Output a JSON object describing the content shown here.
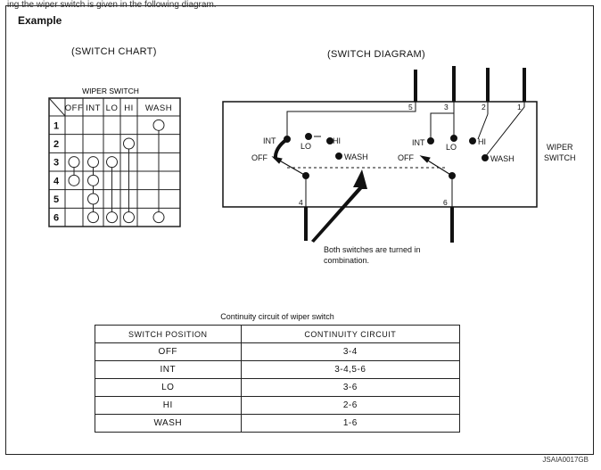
{
  "page": {
    "top_caption": "ing the wiper switch is given in the following diagram.",
    "title": "Example",
    "footer_code": "JSAIA0017GB"
  },
  "switch_chart": {
    "label": "(SWITCH CHART)",
    "header": "WIPER SWITCH",
    "columns": [
      "OFF",
      "INT",
      "LO",
      "HI",
      "WASH"
    ],
    "rows": [
      "1",
      "2",
      "3",
      "4",
      "5",
      "6"
    ],
    "connections": [
      {
        "column": "OFF",
        "rows": [
          "3",
          "4"
        ]
      },
      {
        "column": "INT",
        "rows": [
          "3",
          "4",
          "5",
          "6"
        ]
      },
      {
        "column": "LO",
        "rows": [
          "3",
          "6"
        ]
      },
      {
        "column": "HI",
        "rows": [
          "2",
          "6"
        ]
      },
      {
        "column": "WASH",
        "rows": [
          "1",
          "6"
        ]
      }
    ]
  },
  "switch_diagram": {
    "label": "(SWITCH DIAGRAM)",
    "terminals": [
      "5",
      "3",
      "2",
      "1",
      "4",
      "6"
    ],
    "left_positions": [
      "INT",
      "LO",
      "HI",
      "OFF",
      "WASH"
    ],
    "right_positions": [
      "INT",
      "LO",
      "HI",
      "OFF",
      "WASH"
    ],
    "side_label_line1": "WIPER",
    "side_label_line2": "SWITCH",
    "note_line1": "Both switches are turned in",
    "note_line2": "combination."
  },
  "continuity_table": {
    "caption": "Continuity circuit of wiper switch",
    "headers": [
      "SWITCH POSITION",
      "CONTINUITY CIRCUIT"
    ],
    "rows": [
      [
        "OFF",
        "3-4"
      ],
      [
        "INT",
        "3-4,5-6"
      ],
      [
        "LO",
        "3-6"
      ],
      [
        "HI",
        "2-6"
      ],
      [
        "WASH",
        "1-6"
      ]
    ]
  }
}
